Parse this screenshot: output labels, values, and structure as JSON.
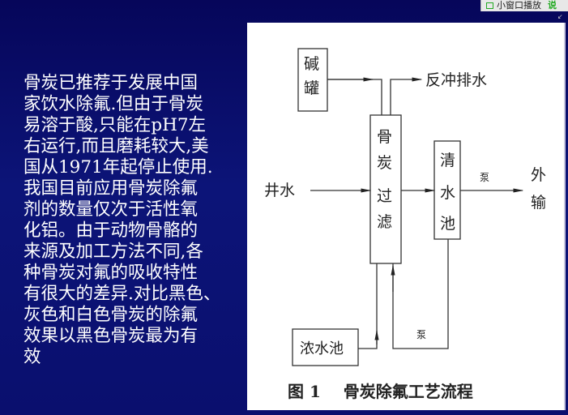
{
  "toolbar": {
    "label": "小窗口播放",
    "icon": "window-icon",
    "extra": "说"
  },
  "body_text": [
    "骨炭已推荐于发展中国",
    "家饮水除氟.但由于骨炭",
    "易溶于酸,只能在pH7左",
    "右运行,而且磨耗较大,美",
    "国从1971年起停止使用.",
    "我国目前应用骨炭除氟",
    "剂的数量仅次于活性氧",
    "化铝。由于动物骨骼的",
    "来源及加工方法不同,各",
    "种骨炭对氟的吸收特性",
    "有很大的差异.对比黑色、",
    "灰色和白色骨炭的除氟",
    "效果以黑色骨炭最为有",
    "效"
  ],
  "diagram": {
    "alkali_tank": [
      "碱",
      "罐"
    ],
    "backwash": "反冲排水",
    "filter": [
      "骨",
      "炭",
      "过",
      "滤"
    ],
    "well_water": "井水",
    "clear_pool": [
      "清",
      "水",
      "池"
    ],
    "pump1": "泵",
    "export": [
      "外",
      "输"
    ],
    "brine_pool": "浓水池",
    "pump2": "泵",
    "caption": "图 1    骨炭除氟工艺流程"
  }
}
